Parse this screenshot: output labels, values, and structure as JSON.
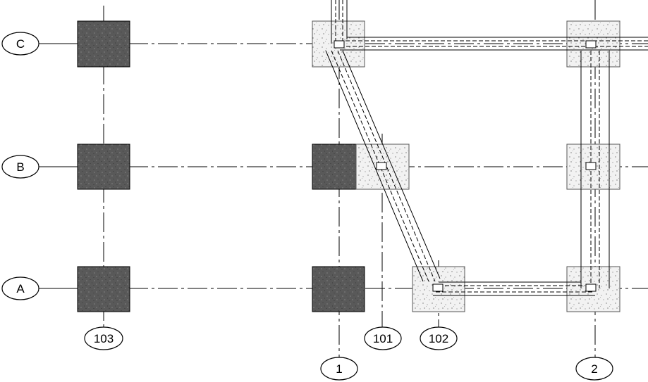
{
  "drawing": {
    "row_grid_labels": {
      "C": "C",
      "B": "B",
      "A": "A"
    },
    "column_grid_labels": {
      "c1": "1",
      "c2": "2",
      "c101": "101",
      "c102": "102",
      "c103": "103"
    },
    "colors": {
      "line": "#000000",
      "footing_dark": "#595959",
      "footing_light": "#f2f2f2",
      "background": "#ffffff"
    }
  }
}
